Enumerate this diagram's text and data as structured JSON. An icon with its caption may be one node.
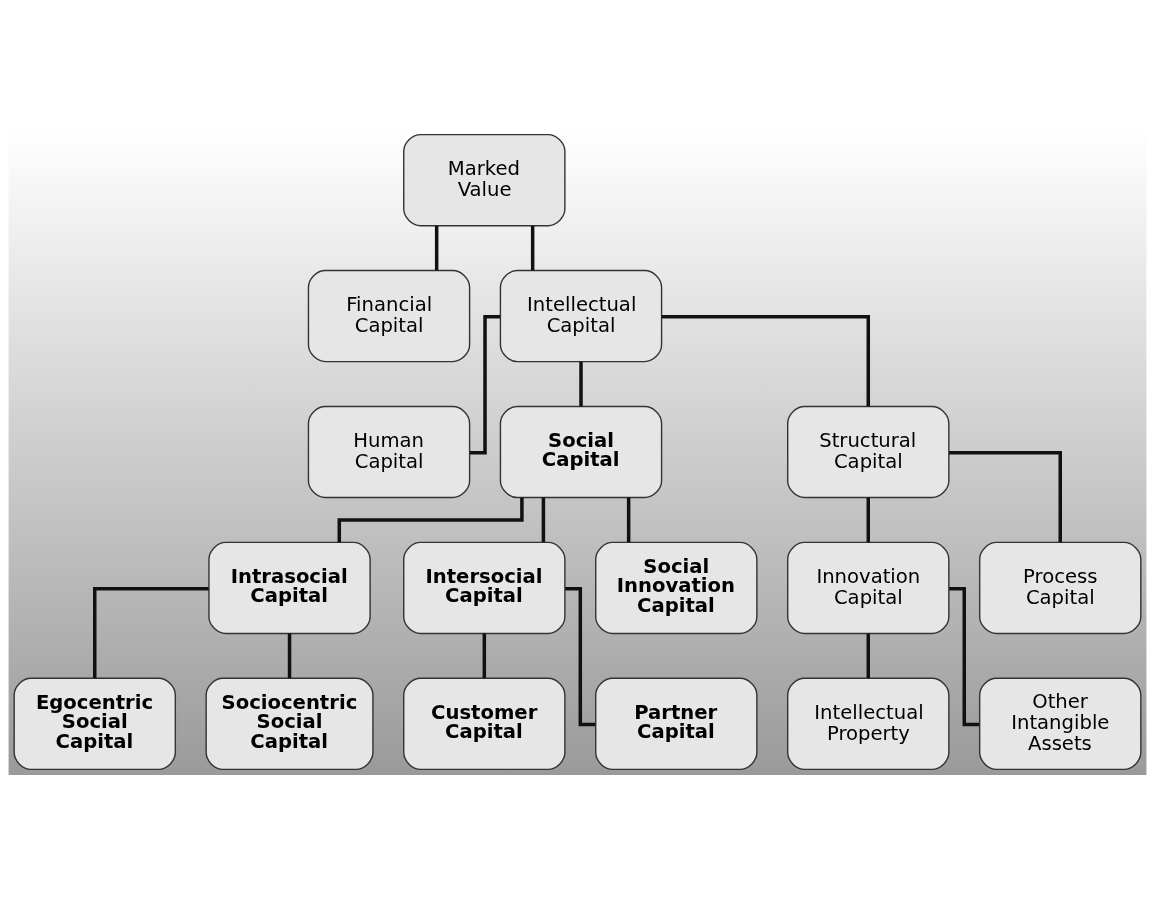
{
  "diagram": {
    "nodes": [
      {
        "text": [
          "Marked Value"
        ]
      },
      {
        "text": [
          "Financial Capital"
        ]
      },
      {
        "text": [
          "Intellectual Capital"
        ]
      },
      {
        "text": [
          "Human Capital"
        ]
      },
      {
        "text": [
          "Social Capital"
        ]
      },
      {
        "text": [
          "Structural Capital"
        ]
      },
      {
        "text": [
          "Intrasocial Capital"
        ]
      },
      {
        "text": [
          "Intersocial Capital"
        ]
      },
      {
        "text": [
          "Social Innovation Capital"
        ]
      },
      {
        "text": [
          "Innovation Capital"
        ]
      },
      {
        "text": [
          "Process Capital"
        ]
      },
      {
        "text": [
          "Egocentric Social Capital"
        ]
      },
      {
        "text": [
          "Sociocentric Social Capital"
        ]
      },
      {
        "text": [
          "Customer Capital"
        ]
      },
      {
        "text": [
          "Partner Capital"
        ]
      },
      {
        "text": [
          "Intellectual Property"
        ]
      },
      {
        "text": [
          "Other Intangible Assets"
        ]
      }
    ],
    "edges": [
      {
        "from": 0,
        "to": 1,
        "arrow": "none"
      },
      {
        "from": 0,
        "to": 2,
        "arrow": "none"
      },
      {
        "from": 2,
        "to": 3,
        "arrow": "none"
      },
      {
        "from": 2,
        "to": 4,
        "arrow": "none"
      },
      {
        "from": 2,
        "to": 5,
        "arrow": "none"
      },
      {
        "from": 4,
        "to": 6,
        "arrow": "none"
      },
      {
        "from": 4,
        "to": 7,
        "arrow": "none"
      },
      {
        "from": 4,
        "to": 8,
        "arrow": "none"
      },
      {
        "from": 5,
        "to": 9,
        "arrow": "none"
      },
      {
        "from": 5,
        "to": 10,
        "arrow": "none"
      },
      {
        "from": 6,
        "to": 11,
        "arrow": "none"
      },
      {
        "from": 6,
        "to": 12,
        "arrow": "none"
      },
      {
        "from": 7,
        "to": 13,
        "arrow": "none"
      },
      {
        "from": 7,
        "to": 14,
        "arrow": "none"
      },
      {
        "from": 9,
        "to": 15,
        "arrow": "none"
      },
      {
        "from": 9,
        "to": 16,
        "arrow": "none"
      }
    ]
  }
}
